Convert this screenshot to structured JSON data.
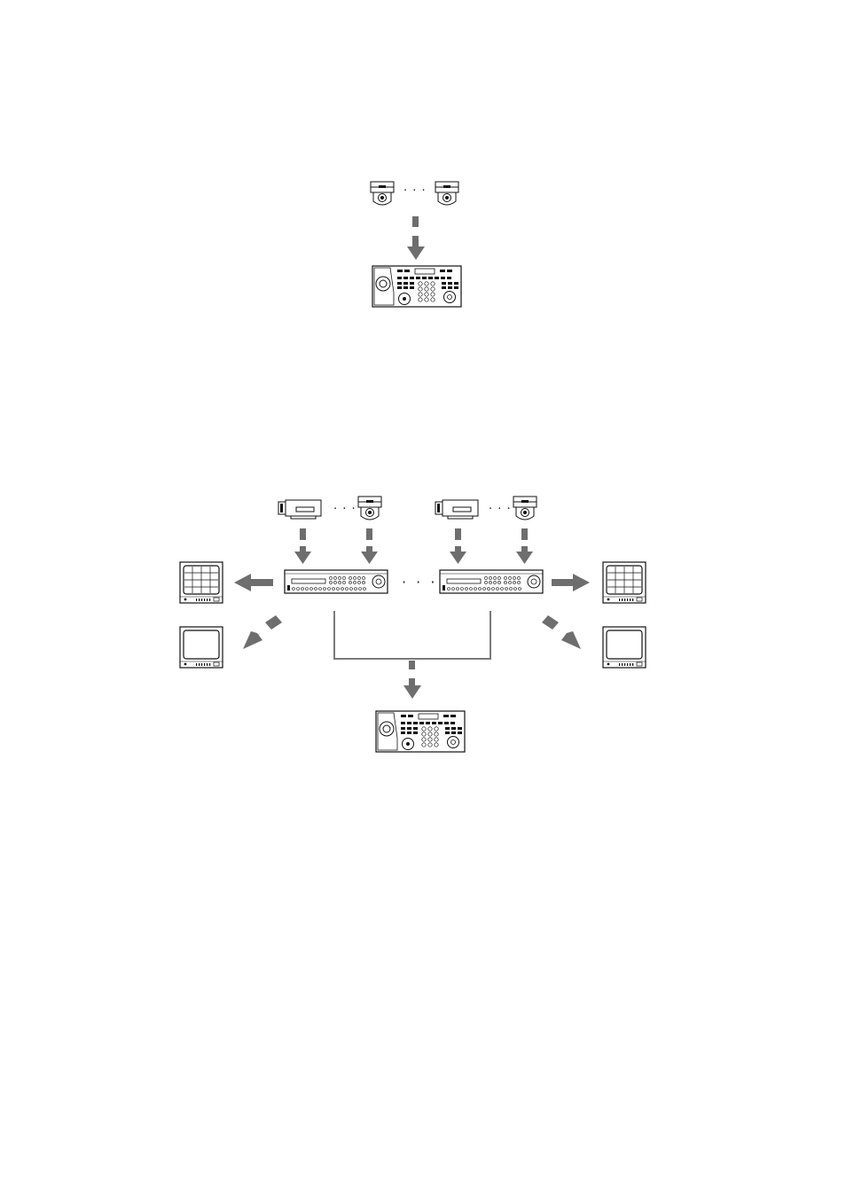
{
  "diagram1": {
    "ellipsis": "· · ·",
    "nodes": [
      "dome-camera",
      "dome-camera",
      "controller-keyboard"
    ]
  },
  "diagram2": {
    "ellipsis_cameras_left": "· · ·",
    "ellipsis_cameras_right": "· · ·",
    "ellipsis_recorders": "· · ·",
    "nodes": [
      "box-camera",
      "dome-camera",
      "recorder",
      "box-camera",
      "dome-camera",
      "recorder",
      "multi-screen-monitor",
      "monitor",
      "multi-screen-monitor",
      "monitor",
      "controller-keyboard"
    ]
  },
  "colors": {
    "arrow": "#6e6e6e",
    "line": "#7a7a7a",
    "device_stroke": "#111111"
  }
}
